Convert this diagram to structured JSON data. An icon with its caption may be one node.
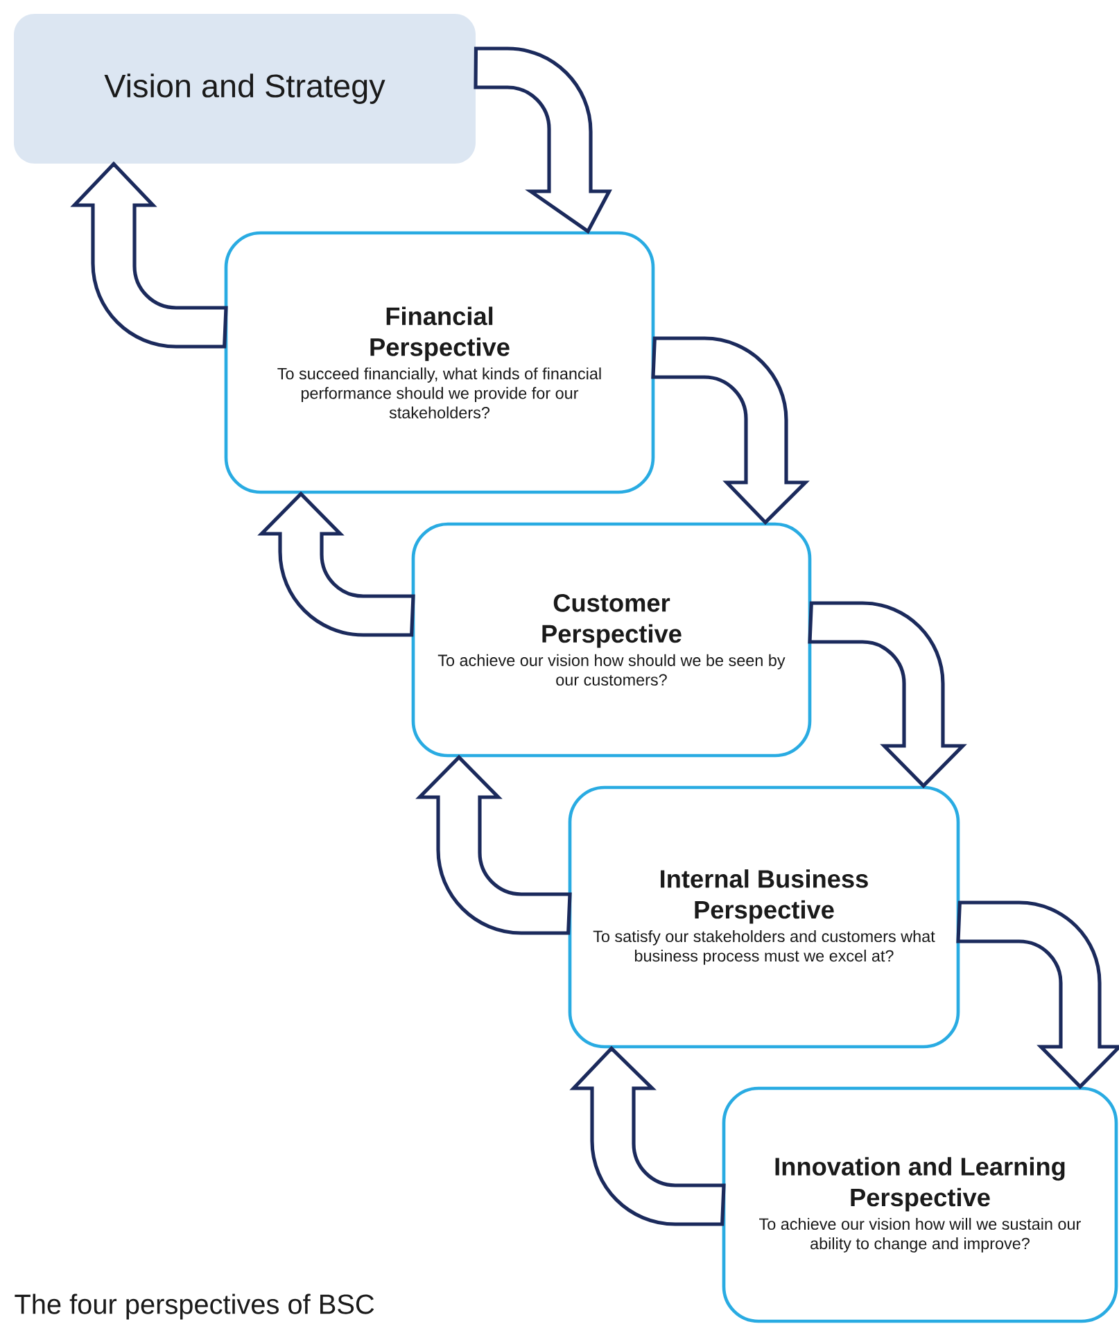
{
  "diagram": {
    "caption": "The four perspectives of BSC",
    "nodes": [
      {
        "text": [
          "Vision and Strategy"
        ]
      },
      {
        "text": [
          "Financial Perspective",
          "To succeed financially, what kinds of financial performance should we provide for our stakeholders?"
        ]
      },
      {
        "text": [
          "Customer Perspective",
          "To achieve our vision how should we be seen by our customers?"
        ]
      },
      {
        "text": [
          "Internal Business Perspective",
          "To satisfy our stakeholders and customers what business process must we excel at?"
        ]
      },
      {
        "text": [
          "Innovation and Learning Perspective",
          "To achieve our vision how will we sustain our ability to change and improve?"
        ]
      }
    ],
    "edges": [
      {
        "from": 0,
        "to": 1,
        "arrow": "to"
      },
      {
        "from": 1,
        "to": 0,
        "arrow": "to"
      },
      {
        "from": 1,
        "to": 2,
        "arrow": "to"
      },
      {
        "from": 2,
        "to": 1,
        "arrow": "to"
      },
      {
        "from": 2,
        "to": 3,
        "arrow": "to"
      },
      {
        "from": 3,
        "to": 2,
        "arrow": "to"
      },
      {
        "from": 3,
        "to": 4,
        "arrow": "to"
      },
      {
        "from": 4,
        "to": 3,
        "arrow": "to"
      }
    ]
  }
}
